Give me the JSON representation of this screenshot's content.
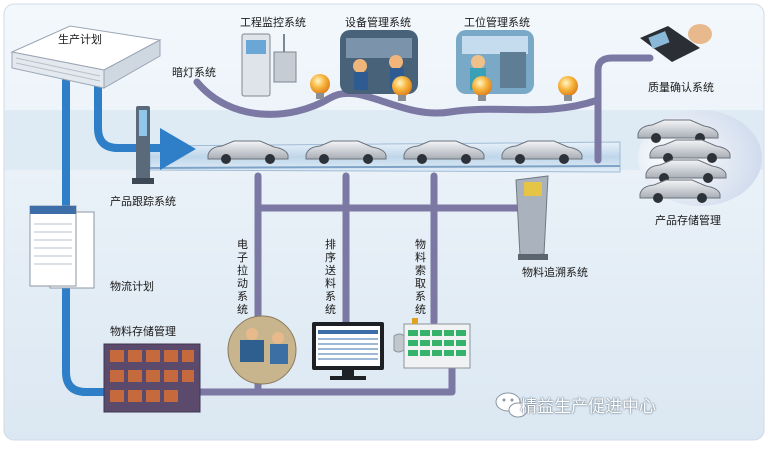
{
  "labels": {
    "production_plan": "生产计划",
    "engineering_monitor": "工程监控系统",
    "equipment_mgmt": "设备管理系统",
    "station_mgmt": "工位管理系统",
    "andon": "暗灯系统",
    "quality_confirm": "质量确认系统",
    "product_tracking": "产品跟踪系统",
    "product_storage": "产品存储管理",
    "logistics_plan": "物流计划",
    "electronic_pull": "电子拉动系统",
    "sequencing_delivery": "排序送料系统",
    "material_request": "物料索取系统",
    "material_trace": "物料追溯系统",
    "material_storage": "物料存储管理"
  },
  "watermark": {
    "text": "精益生产促进中心",
    "logo": "wechat-icon"
  },
  "colors": {
    "pipe": "#7b78a4",
    "pipe_blue": "#2f7fc8",
    "belt": "#c8def0",
    "bulb": "#f5a623",
    "car": "#c9ccd1"
  }
}
